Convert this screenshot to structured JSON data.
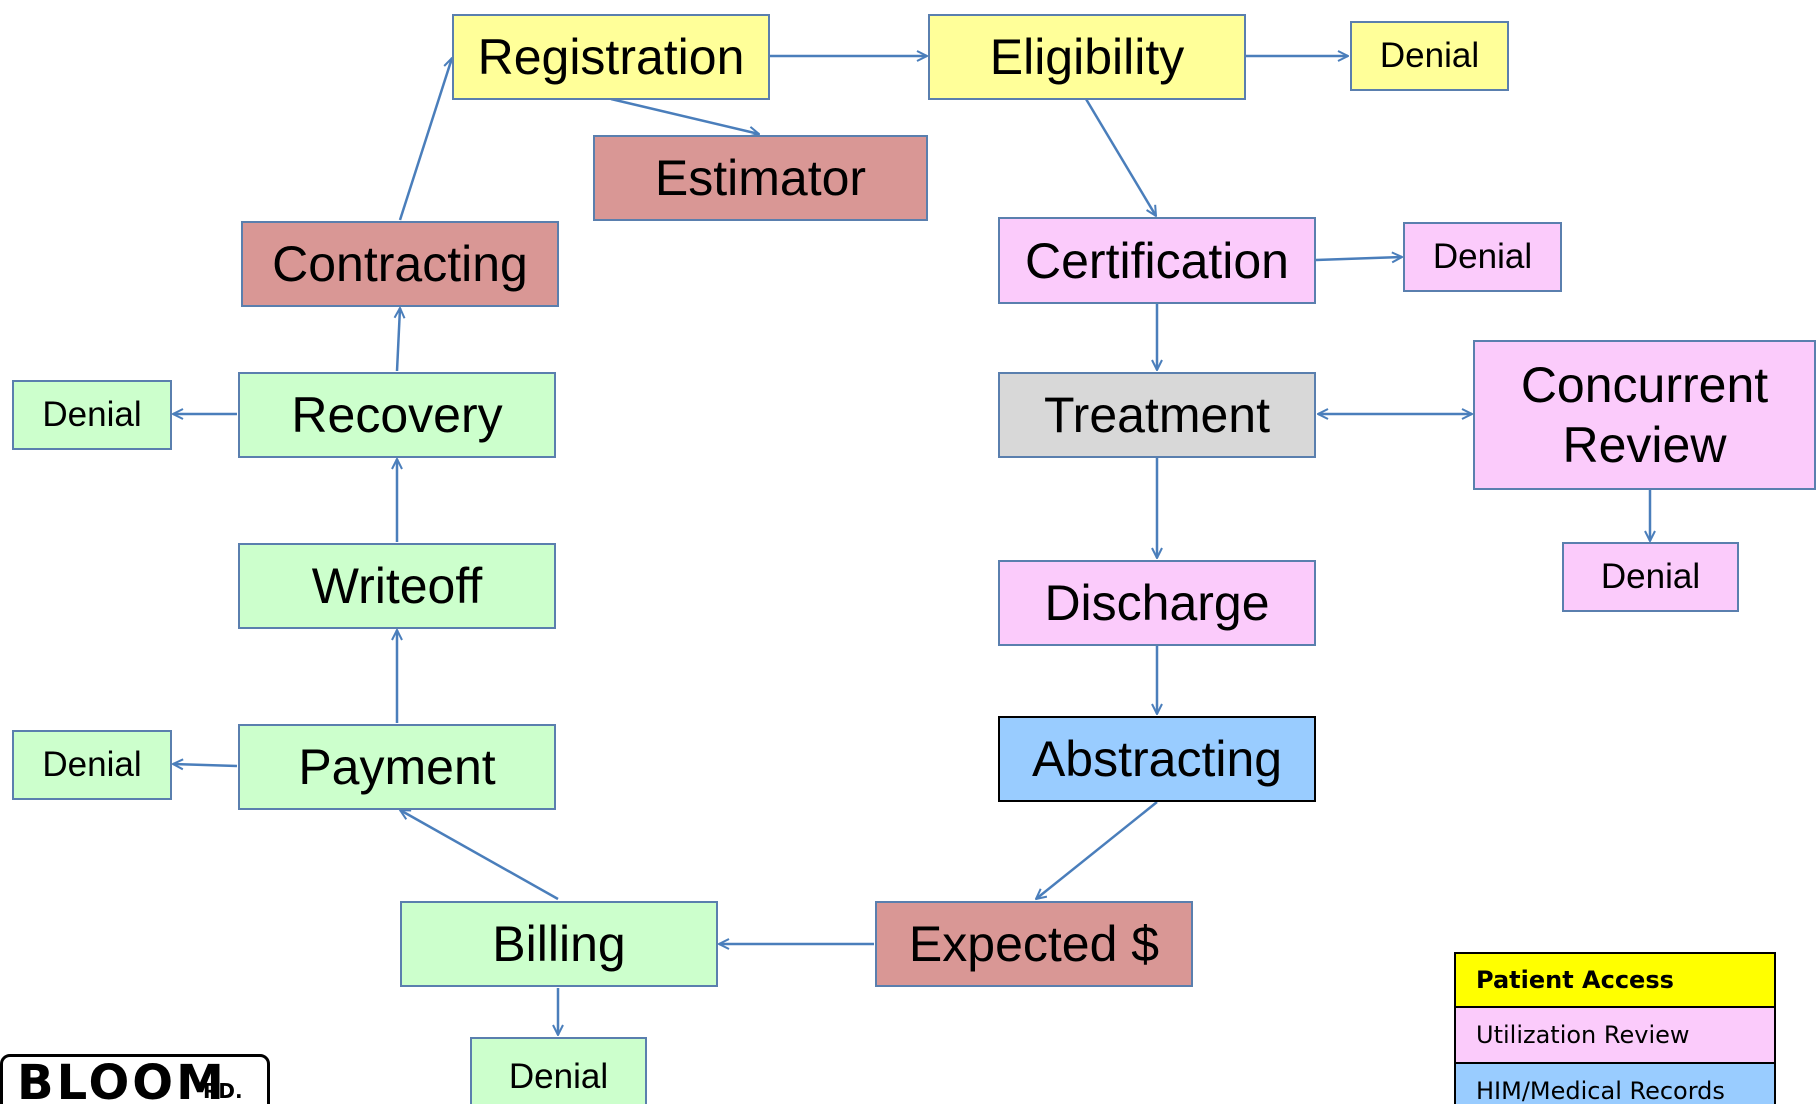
{
  "nodes": {
    "registration": "Registration",
    "eligibility": "Eligibility",
    "eligibility_denial": "Denial",
    "estimator": "Estimator",
    "contracting": "Contracting",
    "certification": "Certification",
    "certification_denial": "Denial",
    "recovery": "Recovery",
    "recovery_denial": "Denial",
    "treatment": "Treatment",
    "concurrent_review": "Concurrent Review",
    "concurrent_review_denial": "Denial",
    "writeoff": "Writeoff",
    "discharge": "Discharge",
    "payment": "Payment",
    "payment_denial": "Denial",
    "abstracting": "Abstracting",
    "billing": "Billing",
    "billing_denial": "Denial",
    "expected": "Expected $"
  },
  "legend": [
    {
      "label": "Patient Access",
      "color": "#ffff00"
    },
    {
      "label": "Utilization Review",
      "color": "#fbcbfb"
    },
    {
      "label": "HIM/Medical Records",
      "color": "#99ccff"
    }
  ],
  "logo": {
    "text": "BLOOM",
    "suffix": "RD."
  },
  "colors": {
    "yellow": "#ffff99",
    "pink": "#fbcbfb",
    "green": "#ccffcc",
    "red": "#d99795",
    "grey": "#d8d8d8",
    "blue": "#99ccff",
    "arrow": "#4a7ebb"
  }
}
